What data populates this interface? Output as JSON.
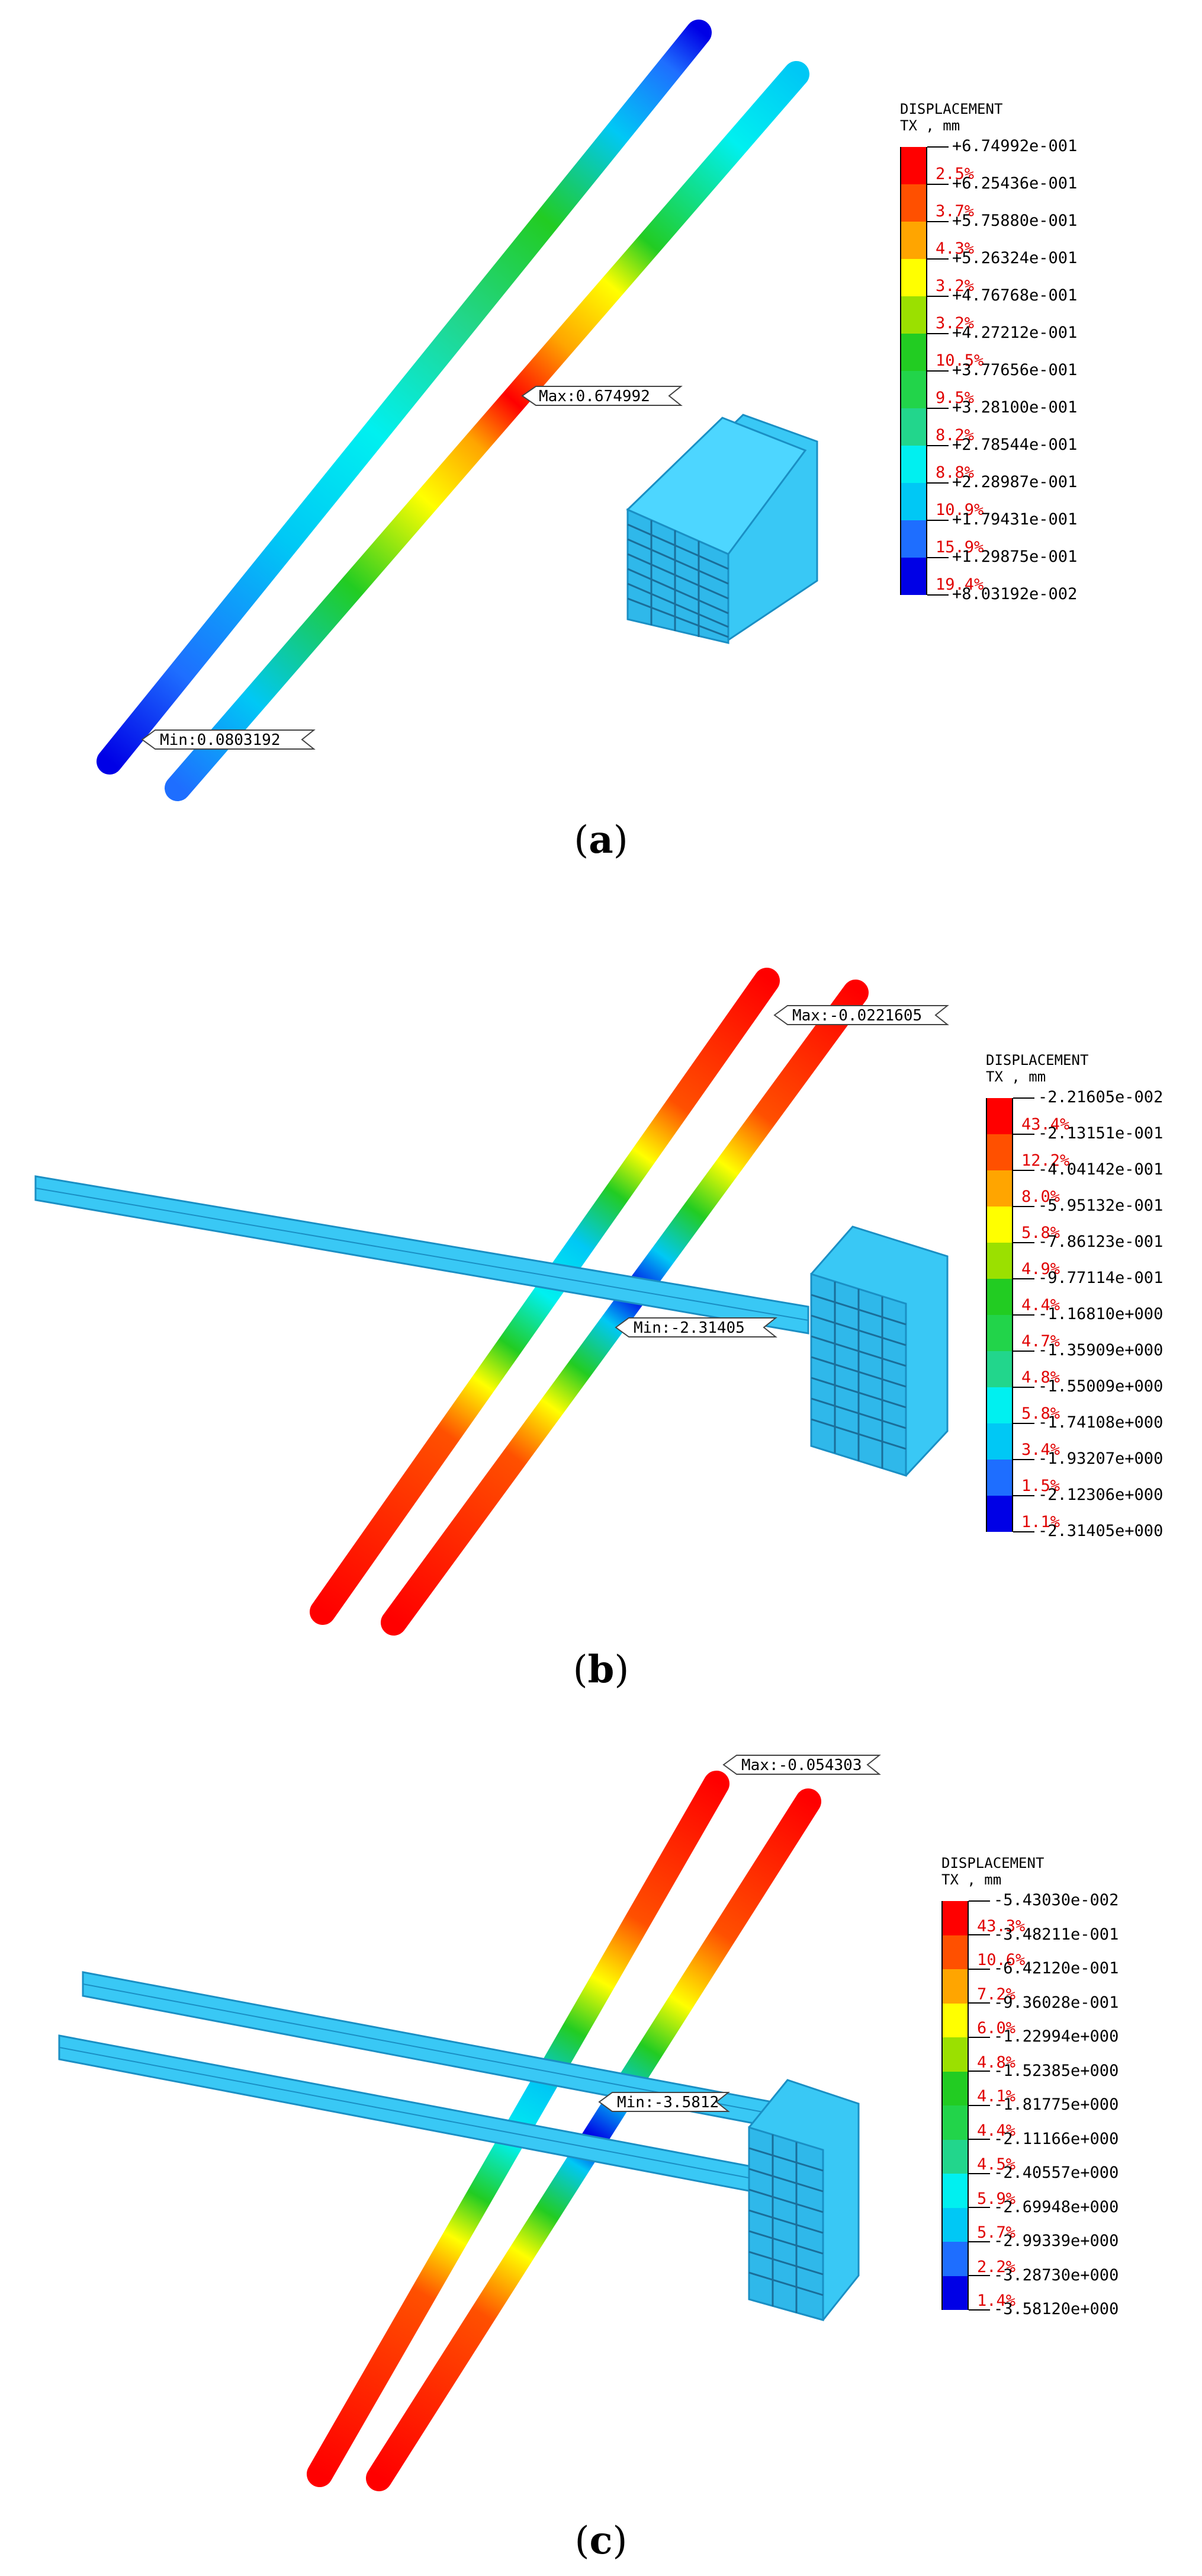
{
  "panels": [
    {
      "caption_open": "(",
      "caption_letter": "a",
      "caption_close": ")",
      "legend": {
        "title": "DISPLACEMENT",
        "subtitle": "TX , mm",
        "levels": [
          "+6.74992e-001",
          "+6.25436e-001",
          "+5.75880e-001",
          "+5.26324e-001",
          "+4.76768e-001",
          "+4.27212e-001",
          "+3.77656e-001",
          "+3.28100e-001",
          "+2.78544e-001",
          "+2.28987e-001",
          "+1.79431e-001",
          "+1.29875e-001",
          "+8.03192e-002"
        ],
        "percents": [
          "2.5%",
          "3.7%",
          "4.3%",
          "3.2%",
          "3.2%",
          "10.5%",
          "9.5%",
          "8.2%",
          "8.8%",
          "10.9%",
          "15.9%",
          "19.4%"
        ]
      },
      "max_label": "Max:0.674992",
      "min_label": "Min:0.0803192"
    },
    {
      "caption_open": "(",
      "caption_letter": "b",
      "caption_close": ")",
      "legend": {
        "title": "DISPLACEMENT",
        "subtitle": "TX , mm",
        "levels": [
          "-2.21605e-002",
          "-2.13151e-001",
          "-4.04142e-001",
          "-5.95132e-001",
          "-7.86123e-001",
          "-9.77114e-001",
          "-1.16810e+000",
          "-1.35909e+000",
          "-1.55009e+000",
          "-1.74108e+000",
          "-1.93207e+000",
          "-2.12306e+000",
          "-2.31405e+000"
        ],
        "percents": [
          "43.4%",
          "12.2%",
          "8.0%",
          "5.8%",
          "4.9%",
          "4.4%",
          "4.7%",
          "4.8%",
          "5.8%",
          "3.4%",
          "1.5%",
          "1.1%"
        ]
      },
      "max_label": "Max:-0.0221605",
      "min_label": "Min:-2.31405"
    },
    {
      "caption_open": "(",
      "caption_letter": "c",
      "caption_close": ")",
      "legend": {
        "title": "DISPLACEMENT",
        "subtitle": "TX , mm",
        "levels": [
          "-5.43030e-002",
          "-3.48211e-001",
          "-6.42120e-001",
          "-9.36028e-001",
          "-1.22994e+000",
          "-1.52385e+000",
          "-1.81775e+000",
          "-2.11166e+000",
          "-2.40557e+000",
          "-2.69948e+000",
          "-2.99339e+000",
          "-3.28730e+000",
          "-3.58120e+000"
        ],
        "percents": [
          "43.3%",
          "10.6%",
          "7.2%",
          "6.0%",
          "4.8%",
          "4.1%",
          "4.4%",
          "4.5%",
          "5.9%",
          "5.7%",
          "2.2%",
          "1.4%"
        ]
      },
      "max_label": "Max:-0.054303",
      "min_label": "Min:-3.5812"
    }
  ],
  "colors": {
    "scale": [
      "#ff0000",
      "#ff5000",
      "#ffa500",
      "#ffff00",
      "#9be000",
      "#22cc22",
      "#22d44a",
      "#22d68c",
      "#00f0f0",
      "#00c8f5",
      "#1e6eff",
      "#0000e6"
    ],
    "structure": "#33ccff",
    "structure_edge": "#1a8fc4"
  }
}
